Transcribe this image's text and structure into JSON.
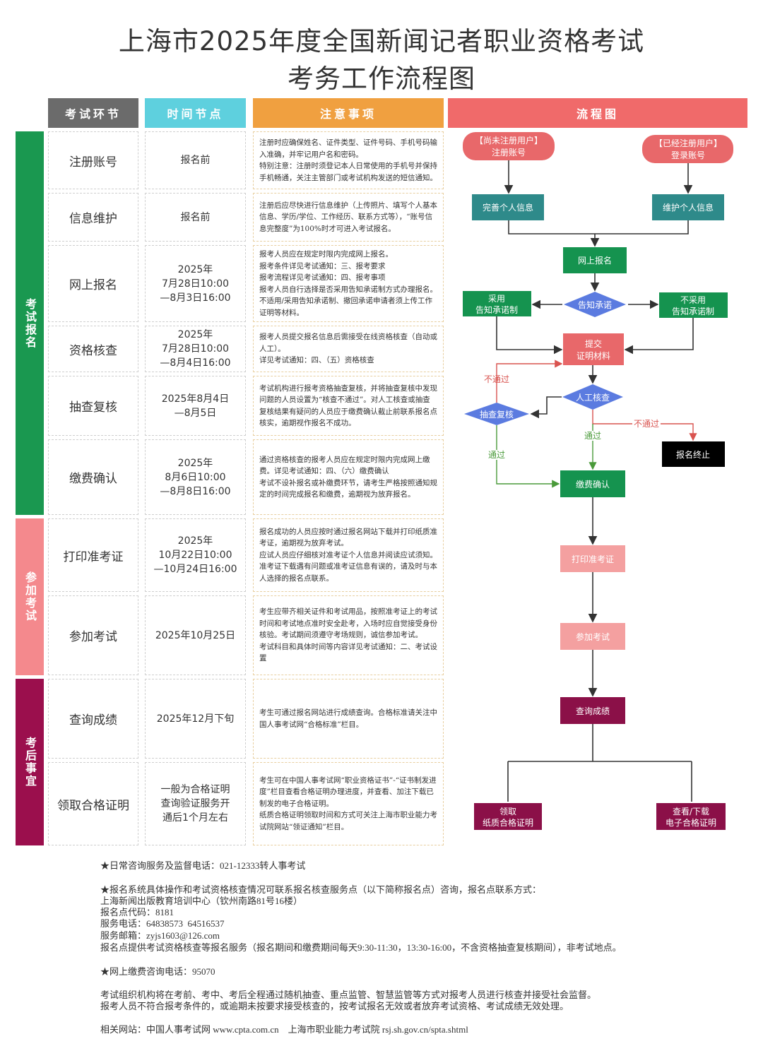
{
  "title": {
    "line1": "上海市2025年度全国新闻记者职业资格考试",
    "line2": "考务工作流程图"
  },
  "headers": {
    "stage": "考试环节",
    "time": "时间节点",
    "notes": "注意事项",
    "flow": "流程图"
  },
  "categories": [
    {
      "label": "考试报名",
      "color": "#1a9850"
    },
    {
      "label": "参加考试",
      "color": "#f4898d"
    },
    {
      "label": "考后事宜",
      "color": "#9b0f4d"
    }
  ],
  "rows": [
    {
      "stage": "注册账号",
      "time": "报名前",
      "note": "注册时应确保姓名、证件类型、证件号码、手机号码输入准确，并牢记用户名和密码。\n特别注意：注册时须登记本人日常使用的手机号并保持手机畅通，关注主管部门或考试机构发送的短信通知。"
    },
    {
      "stage": "信息维护",
      "time": "报名前",
      "note": "注册后应尽快进行信息维护（上传照片、填写个人基本信息、学历/学位、工作经历、联系方式等），“账号信息完整度”为100%时才可进入考试报名。"
    },
    {
      "stage": "网上报名",
      "time": "2025年\n7月28日10:00\n—8月3日16:00",
      "note": "报考人员应在规定时限内完成网上报名。\n报考条件详见考试通知：三、报考要求\n报考流程详见考试通知：四、报考事项\n报考人员自行选择是否采用告知承诺制方式办理报名。不适用/采用告知承诺制、撤回承诺申请者须上传工作证明等材料。"
    },
    {
      "stage": "资格核查",
      "time": "2025年\n7月28日10:00\n—8月4日16:00",
      "note": "报考人员提交报名信息后需接受在线资格核查（自动或人工）。\n详见考试通知：四、（五）资格核查"
    },
    {
      "stage": "抽查复核",
      "time": "2025年8月4日\n—8月5日",
      "note": "考试机构进行报考资格抽查复核，并将抽查复核中发现问题的人员设置为“核查不通过”。对人工核查或抽查复核结果有疑问的人员应于缴费确认截止前联系报名点核实，逾期视作报名不成功。"
    },
    {
      "stage": "缴费确认",
      "time": "2025年\n8月6日10:00\n—8月8日16:00",
      "note": "通过资格核查的报考人员应在规定时限内完成网上缴费。详见考试通知：四、（六）缴费确认\n考试不设补报名或补缴费环节，请考生严格按照通知规定的时间完成报名和缴费，逾期视为放弃报名。"
    },
    {
      "stage": "打印准考证",
      "time": "2025年\n10月22日10:00\n—10月24日16:00",
      "note": "报名成功的人员应按时通过报名网站下载并打印纸质准考证，逾期视为放弃考试。\n应试人员应仔细核对准考证个人信息并阅读应试须知。准考证下载遇有问题或准考证信息有误的，请及时与本人选择的报名点联系。"
    },
    {
      "stage": "参加考试",
      "time": "2025年10月25日",
      "note": "考生应带齐相关证件和考试用品，按照准考证上的考试时间和考试地点准时安全赴考，入场时应自觉接受身份核验。考试期间须遵守考场规则，诚信参加考试。\n考试科目和具体时间等内容详见考试通知：二、考试设置"
    },
    {
      "stage": "查询成绩",
      "time": "2025年12月下旬",
      "note": "考生可通过报名网站进行成绩查询。合格标准请关注中国人事考试网“合格标准”栏目。"
    },
    {
      "stage": "领取合格证明",
      "time": "一般为合格证明\n查询验证服务开\n通后1个月左右",
      "note": "考生可在中国人事考试网“职业资格证书”-“证书制发进度”栏目查看合格证明办理进度，并查看、加注下载已制发的电子合格证明。\n纸质合格证明领取时间和方式可关注上海市职业能力考试院网站“领证通知”栏目。"
    }
  ],
  "flow": {
    "unregistered": [
      "【尚未注册用户】",
      "注册账号"
    ],
    "registered": [
      "【已经注册用户】",
      "登录账号"
    ],
    "complete_info": "完善个人信息",
    "maintain_info": "维护个人信息",
    "online_reg": "网上报名",
    "commit_decision": "告知承诺",
    "adopt": [
      "采用",
      "告知承诺制"
    ],
    "not_adopt": [
      "不采用",
      "告知承诺制"
    ],
    "submit": [
      "提交",
      "证明材料"
    ],
    "manual_check": "人工核查",
    "spot_check": "抽查复核",
    "terminate": "报名终止",
    "payment": "缴费确认",
    "print_ticket": "打印准考证",
    "take_exam": "参加考试",
    "query_score": "查询成绩",
    "paper_cert": [
      "领取",
      "纸质合格证明"
    ],
    "e_cert": [
      "查看/下载",
      "电子合格证明"
    ],
    "fail": "不通过",
    "pass": "通过",
    "colors": {
      "red": "#e8686a",
      "teal": "#2e8a8a",
      "green": "#15934f",
      "blue": "#5b7be0",
      "pink": "#f4a0a0",
      "maroon": "#8b1048",
      "black": "#000000"
    }
  },
  "footer": {
    "l1": "★日常咨询服务及监督电话：021-12333转人事考试",
    "l2": "★报名系统具体操作和考试资格核查情况可联系报名核查服务点（以下简称报名点）咨询，报名点联系方式：",
    "l3": "上海新闻出版教育培训中心（钦州南路81号16楼）",
    "l4": "报名点代码：8181",
    "l5": "服务电话：64838573  64516537",
    "l6": "服务邮箱：zyjs1603@126.com",
    "l7": "报名点提供考试资格核查等报名服务（报名期间和缴费期间每天9:30-11:30，13:30-16:00，不含资格抽查复核期间），非考试地点。",
    "l8": "★网上缴费咨询电话：95070",
    "l9": "考试组织机构将在考前、考中、考后全程通过随机抽查、重点监管、智慧监管等方式对报考人员进行核查并接受社会监督。",
    "l10": "报考人员不符合报考条件的，或逾期未按要求接受核查的，按考试报名无效或者放弃考试资格、考试成绩无效处理。",
    "l11": "相关网站：中国人事考试网 www.cpta.com.cn    上海市职业能力考试院 rsj.sh.gov.cn/spta.shtml"
  }
}
